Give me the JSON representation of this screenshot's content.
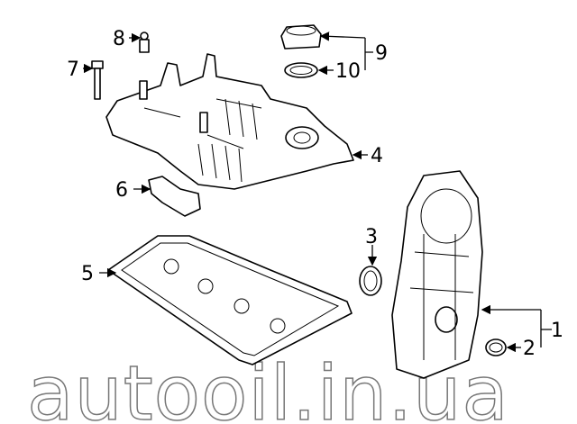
{
  "callouts": [
    "1",
    "2",
    "3",
    "4",
    "5",
    "6",
    "7",
    "8",
    "9",
    "10"
  ],
  "watermark": "autooil.in.ua"
}
